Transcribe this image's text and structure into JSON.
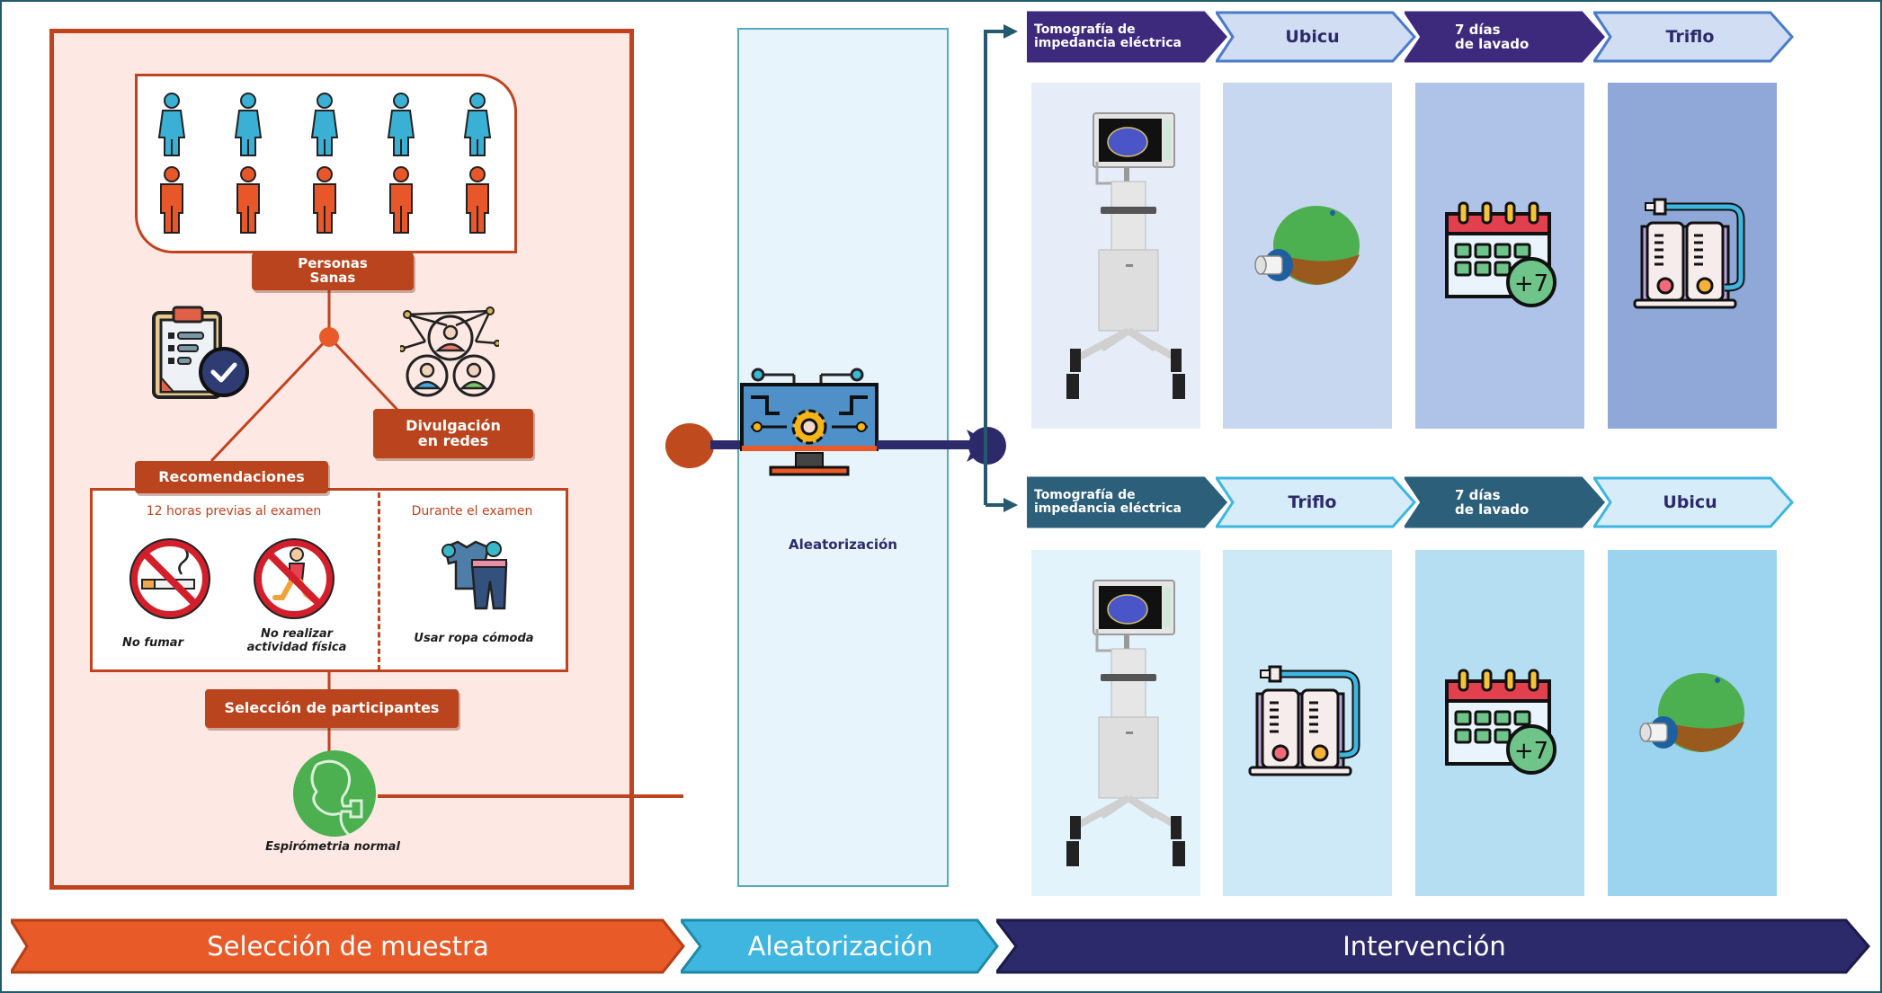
{
  "colors": {
    "selection_accent": "#c0431f",
    "selection_panel_bg": "#fde8e4",
    "randomization_accent": "#3eb6e0",
    "intervention_accent": "#2d2a6b",
    "arm1_dark": "#3d2a7d",
    "arm2_dark": "#2c5f7a",
    "green_accent": "#4caf50"
  },
  "selection": {
    "population_label": "Personas Sanas",
    "population_icons": {
      "row1": [
        "woman-icon",
        "woman-icon",
        "woman-icon",
        "woman-icon",
        "woman-icon"
      ],
      "row2": [
        "man-icon",
        "man-icon",
        "man-icon",
        "man-icon",
        "man-icon"
      ]
    },
    "outreach_label": "Divulgación en redes",
    "outreach_label_lines": [
      "Divulgación",
      "en redes"
    ],
    "recommendations_label": "Recomendaciones",
    "before_exam_heading": "12 horas previas al examen",
    "during_exam_heading": "Durante el examen",
    "items": [
      {
        "icon": "no-smoking-icon",
        "label": "No fumar",
        "lines": [
          "No fumar"
        ]
      },
      {
        "icon": "no-exercise-icon",
        "label": "No realizar actividad física",
        "lines": [
          "No realizar",
          "actividad física"
        ]
      },
      {
        "icon": "comfortable-clothes-icon",
        "label": "Usar ropa cómoda",
        "lines": [
          "Usar ropa cómoda"
        ]
      }
    ],
    "participant_selection_label": "Selección de participantes",
    "criteria_label": "Espirómetria normal"
  },
  "randomization": {
    "label": "Aleatorización"
  },
  "arms": [
    {
      "steps": [
        {
          "label": "Tomografía de impedancia eléctrica",
          "lines": [
            "Tomografía de",
            "impedancia eléctrica"
          ],
          "style": "dark"
        },
        {
          "label": "Ubicu",
          "lines": [
            "Ubicu"
          ],
          "style": "light"
        },
        {
          "label": "7 días de lavado",
          "lines": [
            "7 días",
            "de lavado"
          ],
          "style": "dark"
        },
        {
          "label": "Triflo",
          "lines": [
            "Triflo"
          ],
          "style": "light"
        }
      ],
      "cards": [
        "eit-device-icon",
        "ubicu-device-icon",
        "calendar-plus7-icon",
        "triflo-device-icon"
      ],
      "card_badge": "+7"
    },
    {
      "steps": [
        {
          "label": "Tomografía de impedancia eléctrica",
          "lines": [
            "Tomografía de",
            "impedancia eléctrica"
          ],
          "style": "dark"
        },
        {
          "label": "Triflo",
          "lines": [
            "Triflo"
          ],
          "style": "light"
        },
        {
          "label": "7 días de lavado",
          "lines": [
            "7 días",
            "de lavado"
          ],
          "style": "dark"
        },
        {
          "label": "Ubicu",
          "lines": [
            "Ubicu"
          ],
          "style": "light"
        }
      ],
      "cards": [
        "eit-device-icon",
        "triflo-device-icon",
        "calendar-plus7-icon",
        "ubicu-device-icon"
      ],
      "card_badge": "+7"
    }
  ],
  "phases": [
    {
      "label": "Selección de muestra",
      "color": "#e85a28"
    },
    {
      "label": "Aleatorización",
      "color": "#3eb6e0"
    },
    {
      "label": "Intervención",
      "color": "#2d2a6b"
    }
  ]
}
